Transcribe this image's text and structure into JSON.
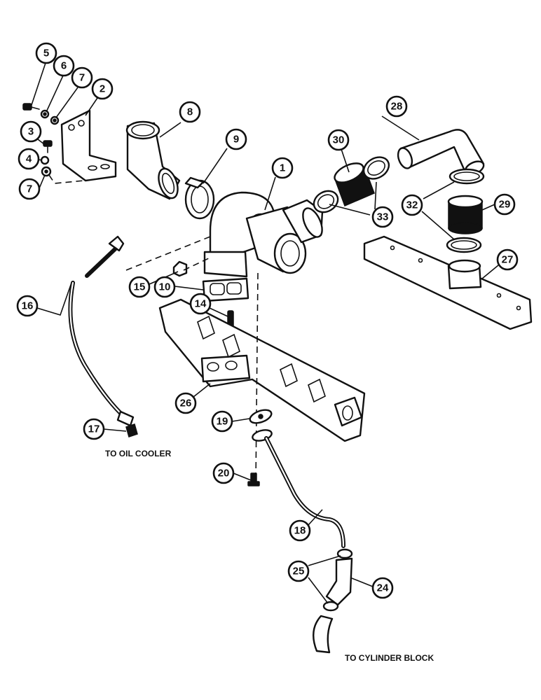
{
  "callouts": [
    "1",
    "2",
    "3",
    "4",
    "5",
    "6",
    "7",
    "7",
    "8",
    "9",
    "10",
    "14",
    "15",
    "16",
    "17",
    "18",
    "19",
    "20",
    "24",
    "25",
    "26",
    "27",
    "28",
    "29",
    "30",
    "32",
    "33"
  ],
  "captions": {
    "oil_cooler": "TO OIL COOLER",
    "cylinder_block": "TO CYLINDER BLOCK"
  },
  "colors": {
    "line": "#111111",
    "background": "#ffffff"
  }
}
